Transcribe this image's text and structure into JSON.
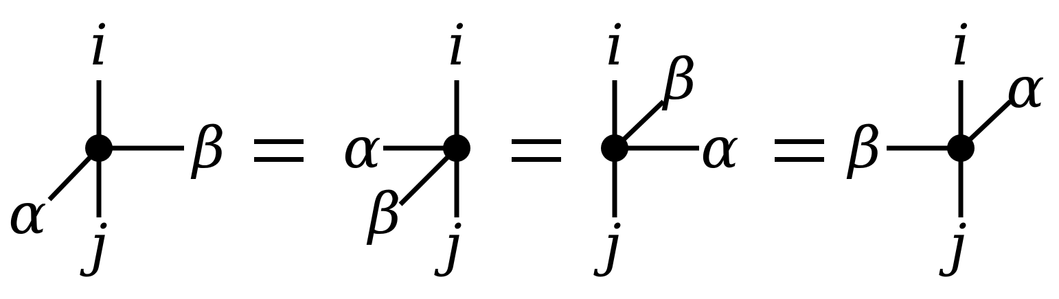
{
  "diagrams": [
    {
      "top": "i",
      "bottom": "j",
      "right": "β",
      "lower_left": "α"
    },
    {
      "top": "i",
      "bottom": "j",
      "left": "α",
      "lower_left": "β"
    },
    {
      "top": "i",
      "bottom": "j",
      "right": "α",
      "upper_right": "β"
    },
    {
      "top": "i",
      "bottom": "j",
      "left": "β",
      "upper_right": "α"
    }
  ],
  "equals_count": 3,
  "colors": {
    "ink": "#000000",
    "background": "#ffffff"
  }
}
